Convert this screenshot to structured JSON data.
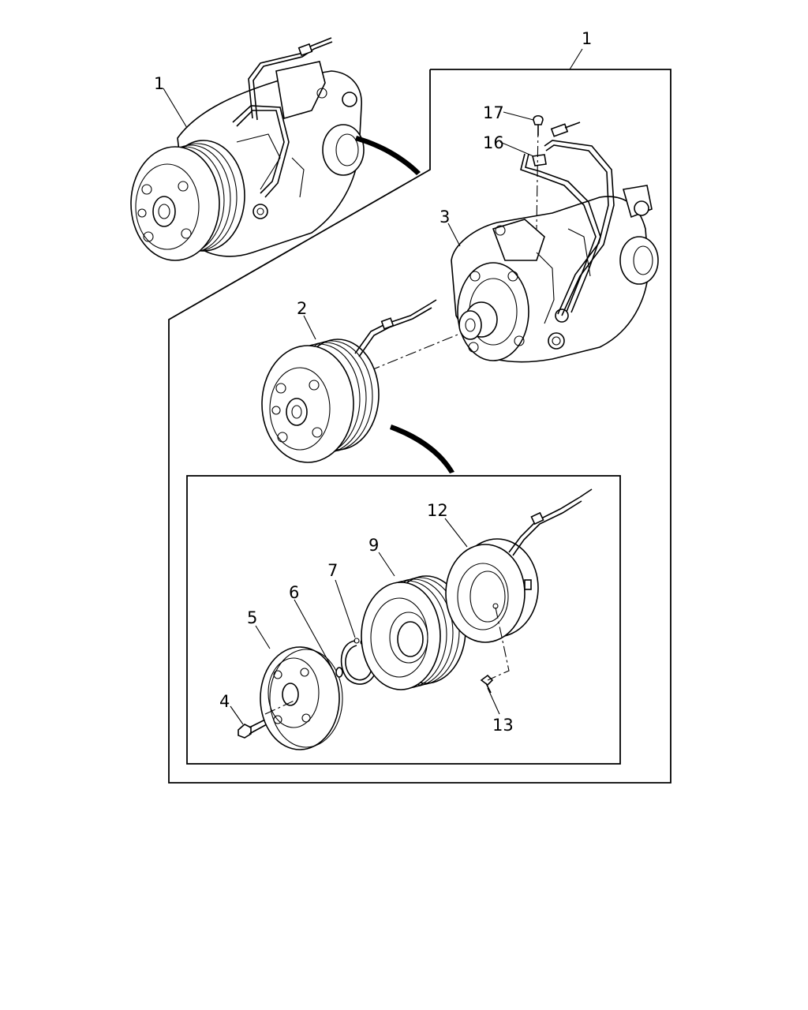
{
  "callouts": {
    "assembly_left": "1",
    "assembly_right": "1",
    "compressor": "3",
    "clutch_assembly": "2",
    "bolt": "4",
    "hub": "5",
    "shim": "6",
    "snap_ring": "7",
    "pulley": "9",
    "coil": "12",
    "screw_coil": "13",
    "clip": "16",
    "screw_top": "17"
  }
}
